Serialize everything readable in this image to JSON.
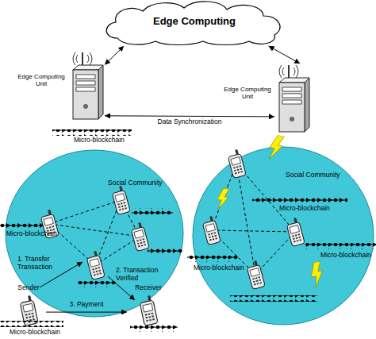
{
  "diagram": {
    "nodes": [
      {
        "text": [
          "Edge Computing"
        ]
      },
      {
        "text": [
          "Edge Computing Unit"
        ]
      },
      {
        "text": [
          "Edge Computing Unit"
        ]
      },
      {
        "text": [
          "Social Community"
        ]
      },
      {
        "text": [
          "Social Community"
        ]
      },
      {
        "text": [
          "Sender"
        ]
      },
      {
        "text": [
          "Receiver"
        ]
      }
    ],
    "edges": [
      {
        "from": 0,
        "to": 1,
        "arrow": "both"
      },
      {
        "from": 0,
        "to": 2,
        "arrow": "both"
      },
      {
        "from": 1,
        "to": 2,
        "label": "Data Synchronization",
        "arrow": "both"
      },
      {
        "from": 5,
        "to": 6,
        "label": "3. Payment",
        "arrow": "to"
      }
    ],
    "labels": [
      "Micro-blockchain",
      "Micro-blockchain",
      "Micro-blockchain",
      "1. Transfer Transaction",
      "Micro-blockchain",
      "2. Transaction Verified",
      "Micro-blockchain",
      "Micro-blockchain"
    ]
  }
}
